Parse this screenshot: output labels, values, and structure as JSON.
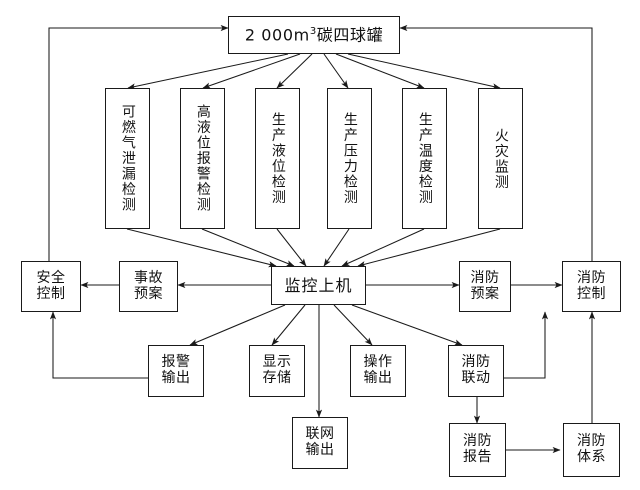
{
  "diagram": {
    "title_box": {
      "prefix": "2 000m",
      "exponent": "3",
      "suffix": "碳四球罐",
      "full": "2 000m³碳四球罐"
    },
    "sensors": [
      {
        "label": "可燃气泄漏检测"
      },
      {
        "label": "高液位报警检测"
      },
      {
        "label": "生产液位检测"
      },
      {
        "label": "生产压力检测"
      },
      {
        "label": "生产温度检测"
      },
      {
        "label": "火灾监测"
      }
    ],
    "mid_row": [
      {
        "label": "安全控制"
      },
      {
        "label": "事故预案"
      },
      {
        "label": "监控上机"
      },
      {
        "label": "消防预案"
      },
      {
        "label": "消防控制"
      }
    ],
    "lower_row": [
      {
        "label": "报警输出"
      },
      {
        "label": "显示存储"
      },
      {
        "label": "操作输出"
      },
      {
        "label": "消防联动"
      }
    ],
    "bottom_row": [
      {
        "label": "联网输出"
      },
      {
        "label": "消防报告"
      },
      {
        "label": "消防体系"
      }
    ],
    "colors": {
      "line": "#1a1a1a",
      "box_border": "#1a1a1a",
      "background": "#ffffff",
      "text": "#111111"
    }
  }
}
